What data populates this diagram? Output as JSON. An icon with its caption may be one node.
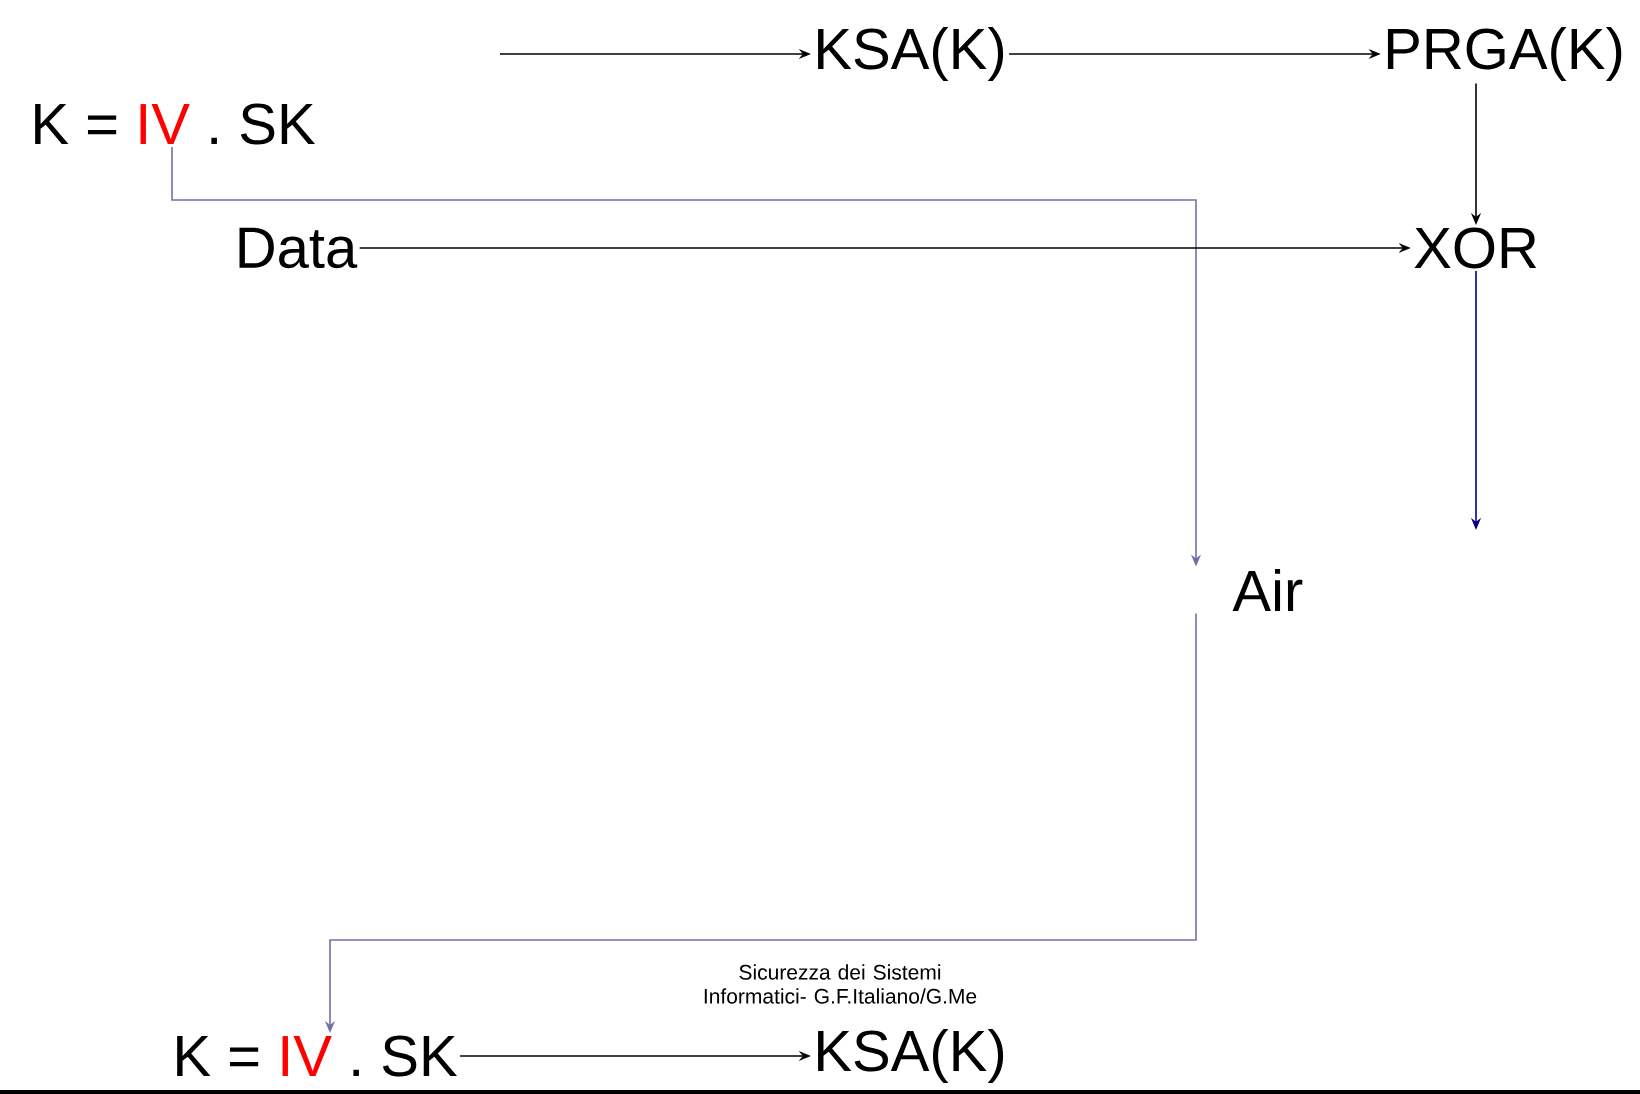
{
  "diagram": {
    "nodes": [
      {
        "text": [
          "K =",
          "IV",
          ". SK"
        ]
      },
      {
        "text": [
          "KSA(K)"
        ]
      },
      {
        "text": [
          "PRGA(K)"
        ]
      },
      {
        "text": [
          "Data"
        ]
      },
      {
        "text": [
          "XOR"
        ]
      },
      {
        "text": [
          "Air"
        ]
      },
      {
        "text": [
          "K =",
          "IV",
          ". SK"
        ]
      },
      {
        "text": [
          "KSA(K)"
        ]
      }
    ],
    "edges": [
      {
        "from": null,
        "to": 1,
        "arrow": "to"
      },
      {
        "from": 1,
        "to": 2,
        "arrow": "to"
      },
      {
        "from": 2,
        "to": 4,
        "arrow": "to"
      },
      {
        "from": 0,
        "to": 5,
        "arrow": "to",
        "color": "#7070a8"
      },
      {
        "from": 3,
        "to": 4,
        "arrow": "to"
      },
      {
        "from": 4,
        "to": null,
        "arrow": "to",
        "color": "#000080"
      },
      {
        "from": 5,
        "to": 6,
        "arrow": "to",
        "color": "#7070a8"
      },
      {
        "from": 6,
        "to": 7,
        "arrow": "to"
      }
    ],
    "labels": [
      "Sicurezza dei Sistemi Informatici- G.F.Italiano/G.Me"
    ]
  }
}
